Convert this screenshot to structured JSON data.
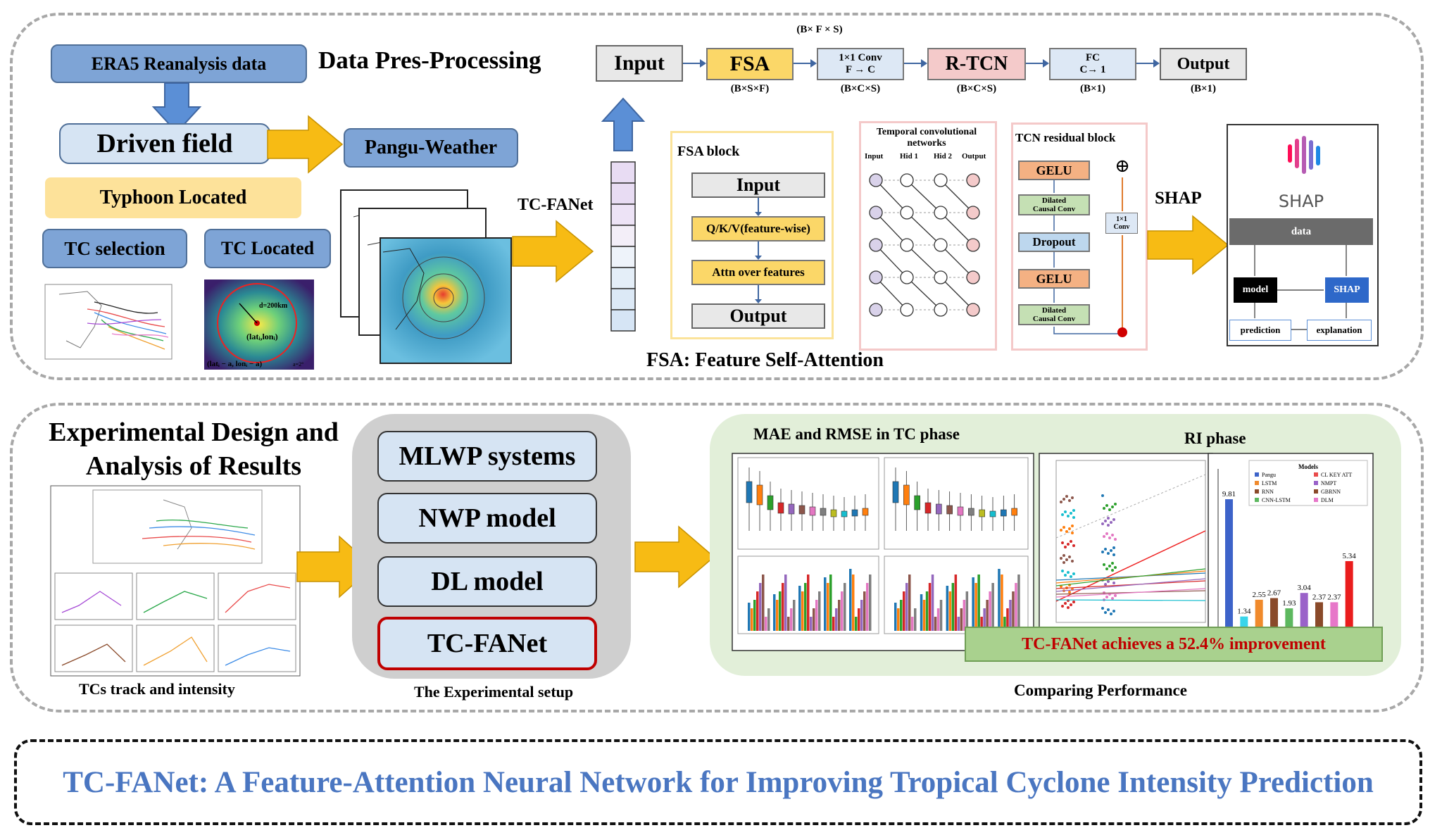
{
  "top": {
    "era5": "ERA5 Reanalysis data",
    "heading": "Data Pres-Processing",
    "driven": "Driven field",
    "pangu": "Pangu-Weather",
    "typhoon_located": "Typhoon Located",
    "tc_selection": "TC selection",
    "tc_located": "TC Located",
    "circle_d": "d=200km",
    "circle_center": "(latᵢ,lonᵢ)",
    "circle_corner": "(latᵢ − a, lonᵢ − a)",
    "circle_a": "a=2°",
    "tcfanet": "TC-FANet",
    "fsa_caption": "FSA: Feature Self-Attention"
  },
  "pipeline": {
    "top_dim": "(B× F × S)",
    "input": "Input",
    "fsa": "FSA",
    "fsa_dim": "(B×S×F)",
    "conv": "1×1 Conv\nF → C",
    "conv_dim": "(B×C×S)",
    "rtcn": "R-TCN",
    "rtcn_dim": "(B×C×S)",
    "fc": "FC\nC→ 1",
    "fc_dim": "(B×1)",
    "output": "Output",
    "output_dim": "(B×1)"
  },
  "fsa_block": {
    "title": "FSA block",
    "input": "Input",
    "qkv": "Q/K/V(feature-wise)",
    "attn": "Attn over features",
    "output": "Output"
  },
  "tcn": {
    "title": "Temporal convolutional networks",
    "cols": [
      "Input",
      "Hid 1",
      "Hid 2",
      "Output"
    ]
  },
  "residual": {
    "title": "TCN residual block",
    "gelu1": "GELU",
    "dil1": "Dilated\nCausal Conv",
    "dropout": "Dropout",
    "gelu2": "GELU",
    "dil2": "Dilated\nCausal Conv",
    "conv1x1": "1×1\nConv",
    "plus": "⊕"
  },
  "shap": {
    "label": "SHAP",
    "logo_text": "SHAP",
    "data": "data",
    "model": "model",
    "shap": "SHAP",
    "prediction": "prediction",
    "explanation": "explanation"
  },
  "bottom": {
    "heading": "Experimental Design and\nAnalysis of Results",
    "tracks_caption": "TCs track and intensity",
    "setup_items": [
      "MLWP systems",
      "NWP model",
      "DL model",
      "TC-FANet"
    ],
    "setup_caption": "The Experimental setup",
    "mae_title": "MAE and RMSE in TC phase",
    "ri_title": "RI phase",
    "improvement": "TC-FANet achieves a 52.4% improvement",
    "perf_caption": "Comparing Performance"
  },
  "ri_legend": {
    "title": "Models",
    "items": [
      "Pangu",
      "LSTM",
      "RNN",
      "CNN-LSTM",
      "CL KEY ATT",
      "NMPT",
      "GBRNN",
      "DLM"
    ]
  },
  "ri_bars": {
    "values": [
      9.81,
      1.34,
      2.55,
      2.67,
      1.93,
      3.04,
      2.37,
      2.37,
      5.34
    ],
    "labels": [
      "9.81",
      "1.34",
      "2.55",
      "2.67",
      "1.93",
      "3.04",
      "2.37",
      "2.37",
      "5.34"
    ],
    "colors": [
      "#3d63c9",
      "#39d5ea",
      "#f08a2c",
      "#8a4a2a",
      "#5db85f",
      "#9a62c9",
      "#8a4a2a",
      "#e777c9",
      "#ea1d1d"
    ],
    "ylim": [
      0,
      12
    ]
  },
  "footer": {
    "title": "TC-FANet: A Feature-Attention Neural Network for Improving Tropical Cyclone Intensity Prediction"
  },
  "colors": {
    "footer_title": "#4a76c1",
    "improvement_text": "#c00000",
    "improvement_bg": "#a9d18e",
    "results_panel_bg": "#e2efd9",
    "setup_panel_bg": "#cfcfcf"
  }
}
